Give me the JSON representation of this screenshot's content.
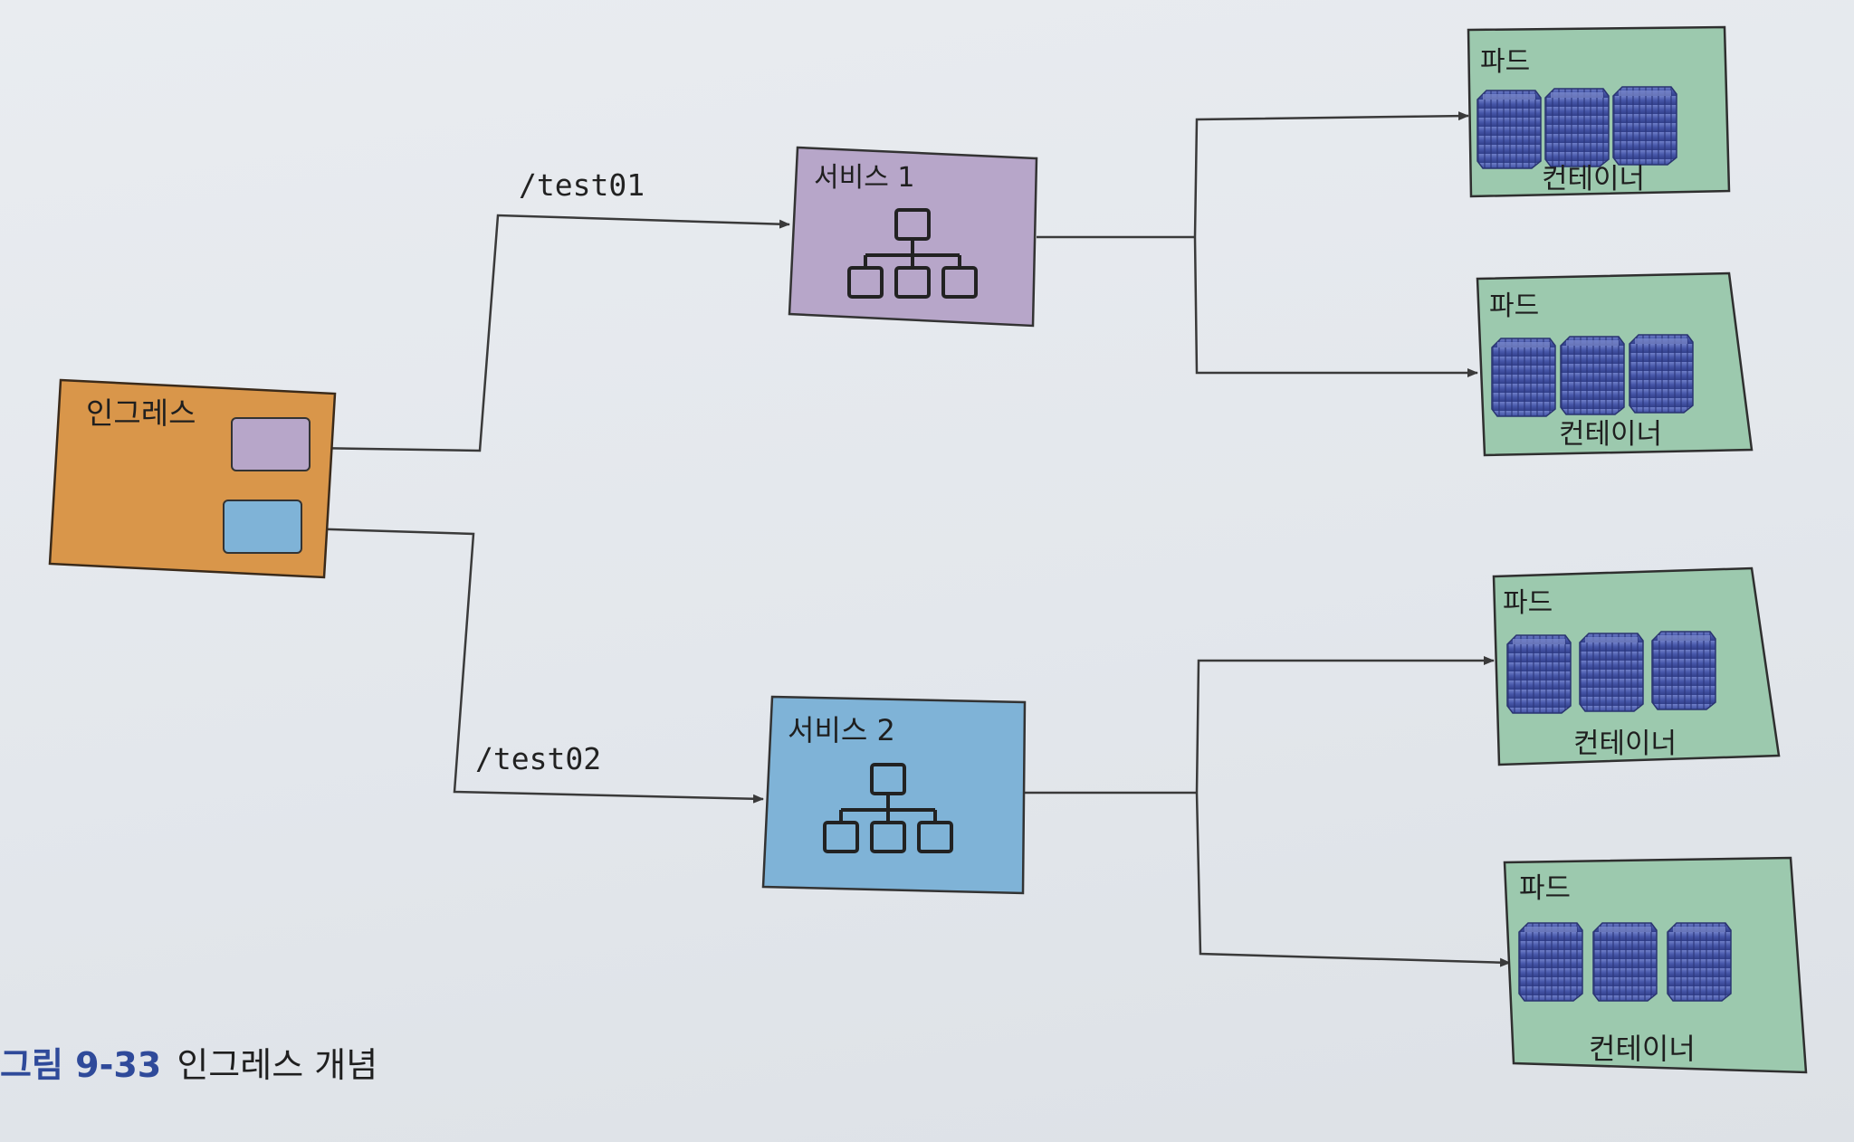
{
  "ingress": {
    "label": "인그레스"
  },
  "routes": [
    {
      "path": "/test01"
    },
    {
      "path": "/test02"
    }
  ],
  "services": [
    {
      "label": "서비스 1",
      "color": "#b7a6c9"
    },
    {
      "label": "서비스 2",
      "color": "#7fb3d7"
    }
  ],
  "pods": [
    {
      "label": "파드",
      "container_label": "컨테이너"
    },
    {
      "label": "파드",
      "container_label": "컨테이너"
    },
    {
      "label": "파드",
      "container_label": "컨테이너"
    },
    {
      "label": "파드",
      "container_label": "컨테이너"
    }
  ],
  "caption": {
    "number": "그림 9-33",
    "text": "인그레스 개념"
  },
  "colors": {
    "ingress": "#d9964a",
    "pod": "#9cc9ae",
    "container": "#4b5aa8"
  }
}
